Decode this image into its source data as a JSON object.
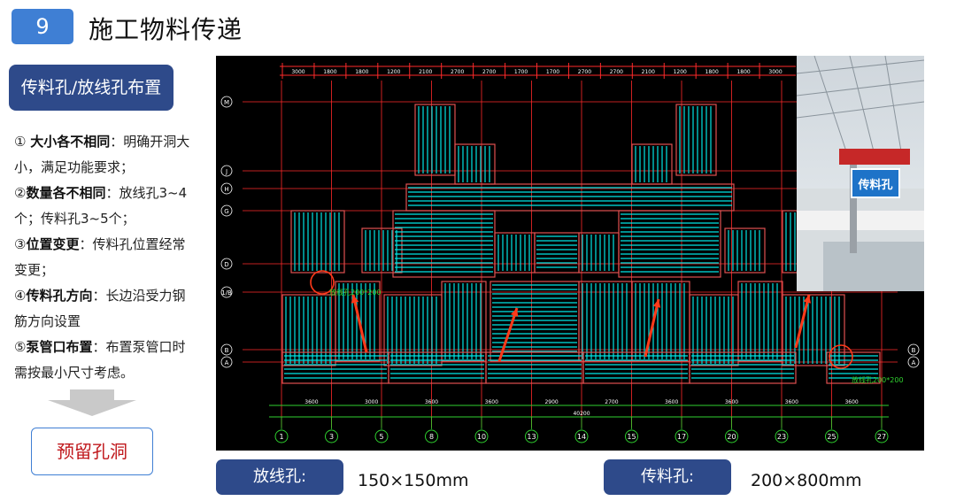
{
  "header": {
    "number": "9",
    "title": "施工物料传递"
  },
  "sidebar": {
    "section_label": "传料孔/放线孔布置",
    "points": [
      {
        "marker": "①",
        "bold": "大小各不相同",
        "text": "：明确开洞大小，满足功能要求；"
      },
      {
        "marker": "②",
        "bold": "数量各不相同",
        "text": "：放线孔3~4个；传料孔3~5个；"
      },
      {
        "marker": "③",
        "bold": "位置变更",
        "text": "：传料孔位置经常变更；"
      },
      {
        "marker": "④",
        "bold": "传料孔方向",
        "text": "：长边沿受力钢筋方向设置"
      },
      {
        "marker": "⑤",
        "bold": "泵管口布置",
        "text": "：布置泵管口时需按最小尺寸考虑。"
      }
    ],
    "result_label": "预留孔洞"
  },
  "drawing": {
    "top_dims": [
      "3000",
      "1800",
      "1800",
      "1200",
      "2100",
      "2700",
      "2700",
      "1700",
      "1700",
      "2700",
      "2700",
      "2100",
      "1200",
      "1800",
      "1800",
      "3000"
    ],
    "bottom_dims": [
      "3600",
      "3000",
      "3600",
      "3600",
      "2900",
      "2700",
      "3600",
      "3600",
      "3600",
      "3600"
    ],
    "bottom_total": "40200",
    "axis_bottom": [
      "1",
      "3",
      "5",
      "8",
      "10",
      "13",
      "14",
      "15",
      "17",
      "20",
      "23",
      "25",
      "27"
    ],
    "axis_side": [
      "M",
      "J",
      "H",
      "G",
      "D",
      "1/B",
      "B",
      "A"
    ],
    "hole_labels": [
      "放线孔200*200",
      "放线孔200*200"
    ],
    "photo_sign": "传料孔",
    "colors": {
      "background": "#000000",
      "grid": "#ff2a2a",
      "slab": "#00e5e5",
      "axis": "#2fd12f",
      "arrow": "#ff3a1a"
    }
  },
  "legend": [
    {
      "label": "放线孔:",
      "value": "150×150mm"
    },
    {
      "label": "传料孔:",
      "value": "200×800mm"
    }
  ]
}
